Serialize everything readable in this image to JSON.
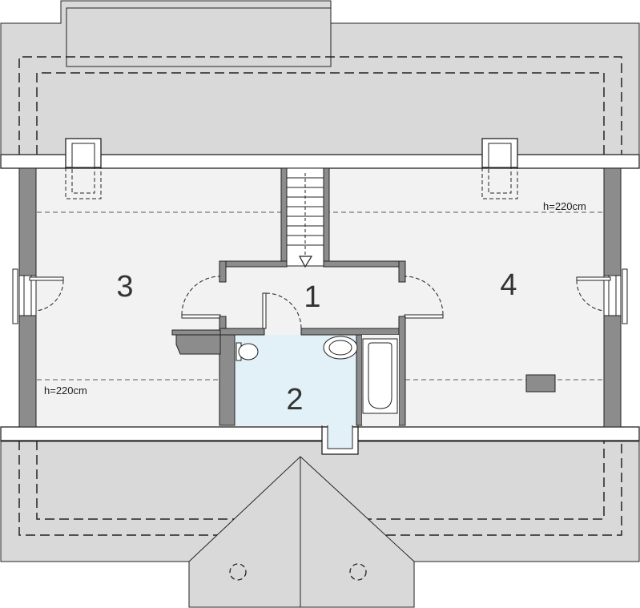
{
  "plan": {
    "rooms": [
      {
        "number": "1"
      },
      {
        "number": "2"
      },
      {
        "number": "3"
      },
      {
        "number": "4"
      }
    ],
    "height_notes": [
      "h=220cm",
      "h=220cm"
    ]
  },
  "colors": {
    "roof": "#d9d9d9",
    "floor": "#f2f2f2",
    "wall": "#8c8c8c",
    "bathroom": "#e2f0f8",
    "line": "#222222"
  }
}
